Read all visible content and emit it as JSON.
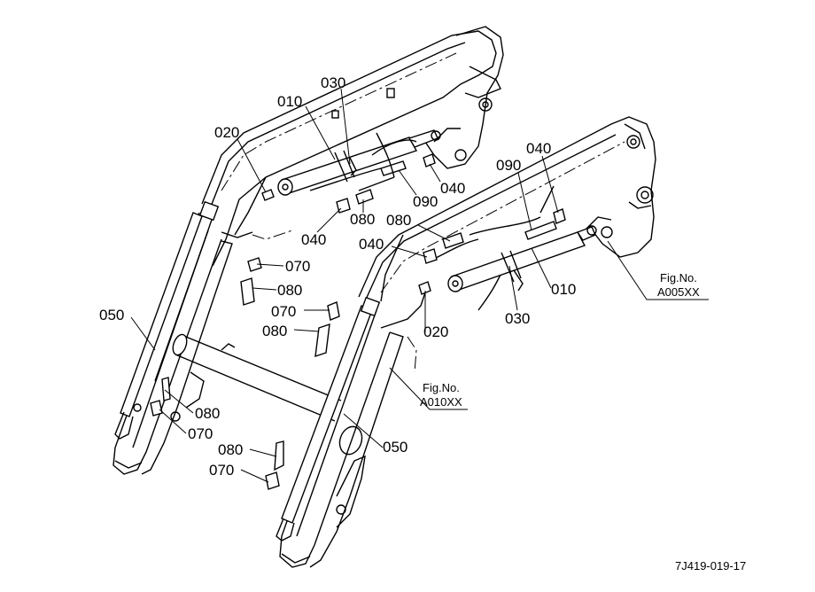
{
  "callouts": [
    {
      "id": "c-010-left",
      "text": "010"
    },
    {
      "id": "c-030-left",
      "text": "030"
    },
    {
      "id": "c-020-left",
      "text": "020"
    },
    {
      "id": "c-040-left-a",
      "text": "040"
    },
    {
      "id": "c-090-left",
      "text": "090"
    },
    {
      "id": "c-080-left-a",
      "text": "080"
    },
    {
      "id": "c-040-left-b",
      "text": "040"
    },
    {
      "id": "c-070-a",
      "text": "070"
    },
    {
      "id": "c-080-b",
      "text": "080"
    },
    {
      "id": "c-070-b",
      "text": "070"
    },
    {
      "id": "c-080-c",
      "text": "080"
    },
    {
      "id": "c-050-left",
      "text": "050"
    },
    {
      "id": "c-080-d",
      "text": "080"
    },
    {
      "id": "c-070-c",
      "text": "070"
    },
    {
      "id": "c-080-e",
      "text": "080"
    },
    {
      "id": "c-070-d",
      "text": "070"
    },
    {
      "id": "c-050-right",
      "text": "050"
    },
    {
      "id": "c-090-right",
      "text": "090"
    },
    {
      "id": "c-040-right-a",
      "text": "040"
    },
    {
      "id": "c-080-right",
      "text": "080"
    },
    {
      "id": "c-040-right-b",
      "text": "040"
    },
    {
      "id": "c-010-right",
      "text": "010"
    },
    {
      "id": "c-020-right",
      "text": "020"
    },
    {
      "id": "c-030-right",
      "text": "030"
    }
  ],
  "fig_refs": [
    {
      "label": "Fig.No.",
      "code": "A005XX"
    },
    {
      "label": "Fig.No.",
      "code": "A010XX"
    }
  ],
  "drawing_number": "7J419-019-17"
}
